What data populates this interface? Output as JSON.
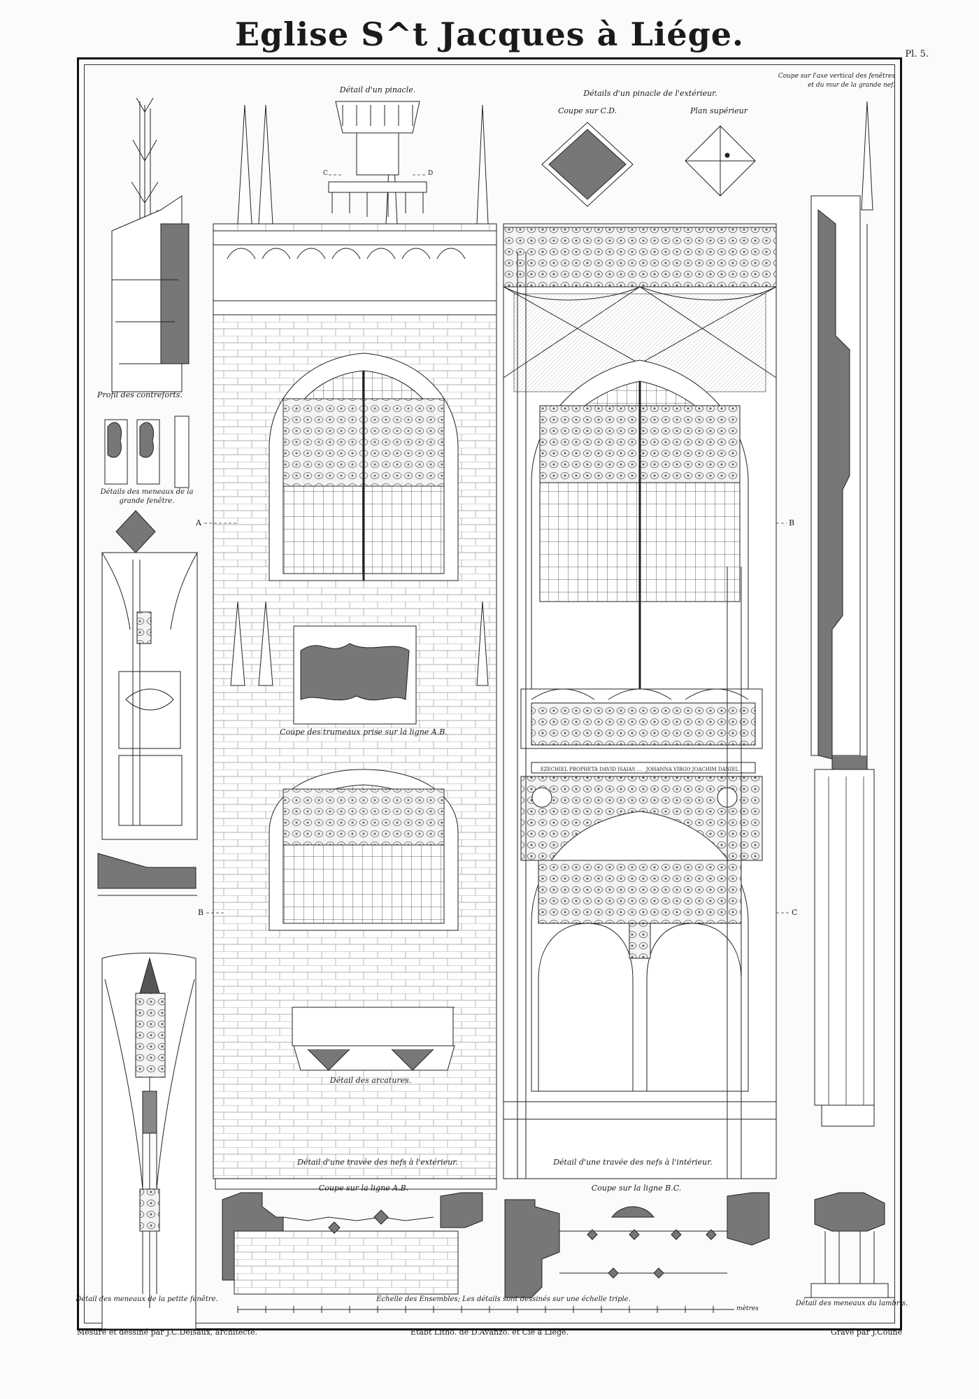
{
  "title": "Eglise S^t Jacques à Liége.",
  "plate": "Pl. 5.",
  "labels": {
    "detail_pinacle": "Détail d'un pinacle.",
    "detail_pinacle_ext": "Détails d'un pinacle de l'extérieur.",
    "coupe_cd": "Coupe sur C.D.",
    "plan_superieur": "Plan supérieur",
    "coupe_axe_1": "Coupe sur l'axe vertical des fenêtres",
    "coupe_axe_2": "et du mur de la grande nef.",
    "profil_contreforts": "Profil des contreforts.",
    "detail_meneaux_grande_1": "Détails des meneaux de la",
    "detail_meneaux_grande_2": "grande fenêtre.",
    "coupe_trumeaux": "Coupe des trumeaux prise sur la ligne A.B.",
    "detail_arcatures": "Détail des arcatures.",
    "travee_exterieur": "Détail d'une travée des nefs à l'extérieur.",
    "travee_interieur": "Détail d'une travée des nefs à l'intérieur.",
    "coupe_ab": "Coupe sur la ligne A.B.",
    "coupe_bc": "Coupe sur la ligne B.C.",
    "meneaux_petite": "Détail des meneaux de la petite fenêtre.",
    "echelle": "Echelle des Ensembles; Les détails sont dessinés sur une échelle triple.",
    "meneaux_lambris": "Détail des meneaux du lambris.",
    "inscription_left": "EZECHIEL PROPHETA DAVID ISAIAS ...",
    "inscription_right": "JOHANNA VIRGO JOACHIM DANIEL",
    "metres": "mètres"
  },
  "markers": {
    "A": "A",
    "B_left": "B",
    "B_right": "B",
    "C_left": "C",
    "D": "D",
    "C_right": "C"
  },
  "footer": {
    "left": "Mesuré et dessiné par J.C.Delsaux, architecte.",
    "center": "Etabt Litho. de D.Avanzo. et Cie à Liége.",
    "right": "Gravé par J.Coune"
  }
}
